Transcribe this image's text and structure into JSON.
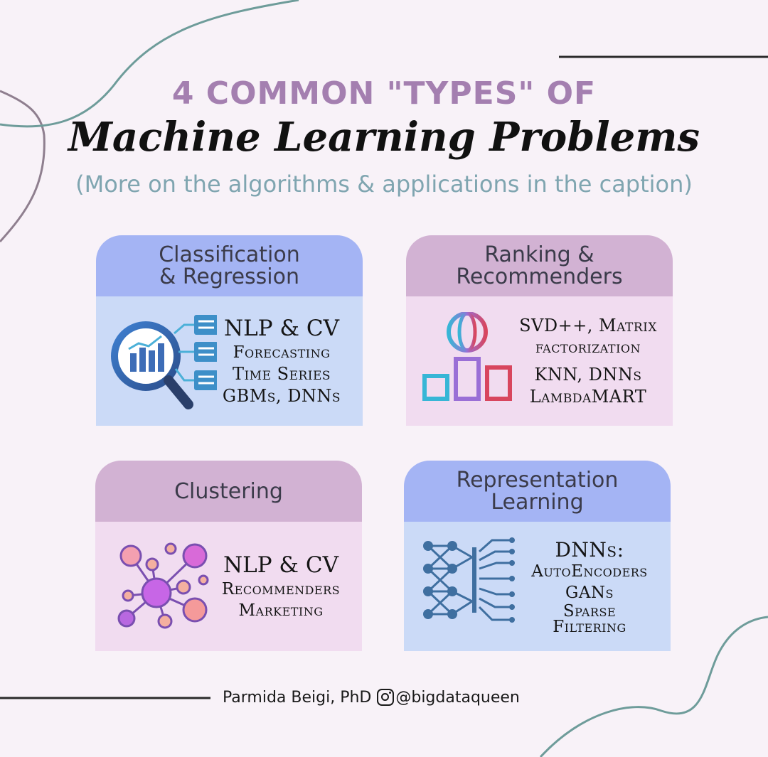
{
  "title": {
    "line1": "4 COMMON \"TYPES\" OF",
    "line2": "Machine Learning Problems",
    "subtitle": "(More on the algorithms & applications in the caption)"
  },
  "cards": [
    {
      "heading": [
        "Classification",
        "& Regression"
      ],
      "icon": "analytics-magnifier-icon",
      "items": [
        "NLP & CV",
        "Forecasting",
        "Time Series",
        "GBMs, DNNs"
      ]
    },
    {
      "heading": [
        "Ranking &",
        "Recommenders"
      ],
      "icon": "globe-ranking-icon",
      "items": [
        "SVD++, Matrix",
        "factorization",
        "KNN, DNNs",
        "LambdaMART"
      ]
    },
    {
      "heading": [
        "Clustering"
      ],
      "icon": "cluster-nodes-icon",
      "items": [
        "NLP & CV",
        "Recommenders",
        "Marketing"
      ]
    },
    {
      "heading": [
        "Representation",
        "Learning"
      ],
      "icon": "neural-network-icon",
      "items": [
        "DNNs:",
        "AutoEncoders",
        "GANs",
        "Sparse",
        "Filtering"
      ]
    }
  ],
  "footer": {
    "author": "Parmida Beigi, PhD",
    "icon": "instagram-icon",
    "handle": "@bigdataqueen"
  },
  "colors": {
    "background": "#f8f2f8",
    "title_accent": "#a47fb0",
    "subtitle": "#7fa5b0",
    "blue_header": "#a4b4f4",
    "blue_body": "#cbdaf7",
    "mauve_header": "#d2b2d3",
    "mauve_body": "#f1dcf0",
    "decor_line": "#6e9c9a"
  }
}
